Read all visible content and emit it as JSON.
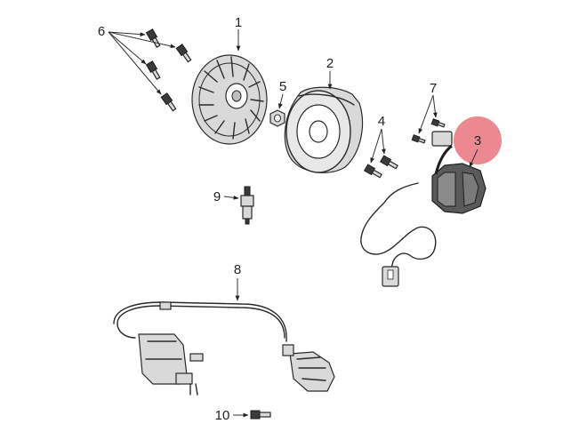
{
  "callouts": [
    {
      "id": "1",
      "label": "1"
    },
    {
      "id": "2",
      "label": "2"
    },
    {
      "id": "3",
      "label": "3"
    },
    {
      "id": "4",
      "label": "4"
    },
    {
      "id": "5",
      "label": "5"
    },
    {
      "id": "6",
      "label": "6"
    },
    {
      "id": "7",
      "label": "7"
    },
    {
      "id": "8",
      "label": "8"
    },
    {
      "id": "9",
      "label": "9"
    },
    {
      "id": "10",
      "label": "10"
    }
  ],
  "colors": {
    "highlight": "#e8737c",
    "line": "#2a2a2a",
    "fill": "#d9d9d9"
  }
}
